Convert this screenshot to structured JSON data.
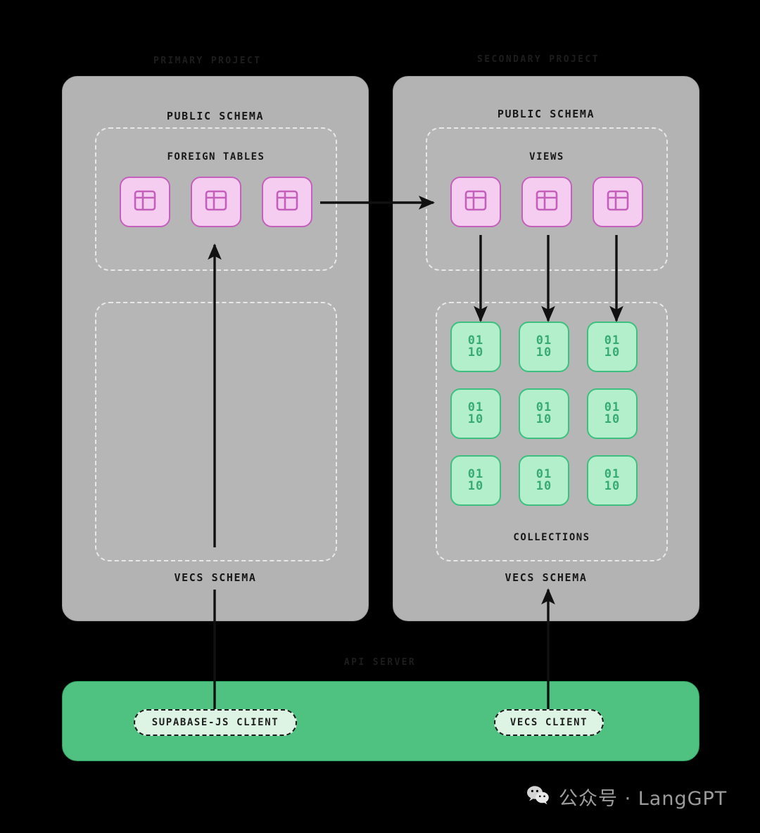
{
  "diagram": {
    "title_primary": "PRIMARY PROJECT",
    "title_secondary": "SECONDARY PROJECT",
    "api_server_label": "API SERVER",
    "colors": {
      "background": "#000000",
      "panel": "#b3b3b3",
      "dashed_border": "#e8e8e8",
      "table_tile_fill": "#f4cdf0",
      "table_tile_stroke": "#c460bb",
      "vector_tile_fill": "#b4efcb",
      "vector_tile_stroke": "#3fbf7f",
      "api_band": "#4fc281",
      "client_pill": "#ddf3e3",
      "arrow": "#111111",
      "text": "#181818"
    }
  },
  "primary_project": {
    "public_schema_label": "PUBLIC SCHEMA",
    "vecs_schema_label": "VECS SCHEMA",
    "foreign_tables": {
      "label": "FOREIGN TABLES",
      "tiles": [
        {
          "icon": "table-icon"
        },
        {
          "icon": "table-icon"
        },
        {
          "icon": "table-icon"
        }
      ]
    },
    "vecs_region": {
      "label": "",
      "tiles": []
    }
  },
  "secondary_project": {
    "public_schema_label": "PUBLIC SCHEMA",
    "vecs_schema_label": "VECS SCHEMA",
    "views": {
      "label": "VIEWS",
      "tiles": [
        {
          "icon": "table-icon"
        },
        {
          "icon": "table-icon"
        },
        {
          "icon": "table-icon"
        }
      ]
    },
    "collections": {
      "label": "COLLECTIONS",
      "tiles": [
        {
          "icon": "binary-icon",
          "line1": "01",
          "line2": "10"
        },
        {
          "icon": "binary-icon",
          "line1": "01",
          "line2": "10"
        },
        {
          "icon": "binary-icon",
          "line1": "01",
          "line2": "10"
        },
        {
          "icon": "binary-icon",
          "line1": "01",
          "line2": "10"
        },
        {
          "icon": "binary-icon",
          "line1": "01",
          "line2": "10"
        },
        {
          "icon": "binary-icon",
          "line1": "01",
          "line2": "10"
        },
        {
          "icon": "binary-icon",
          "line1": "01",
          "line2": "10"
        },
        {
          "icon": "binary-icon",
          "line1": "01",
          "line2": "10"
        },
        {
          "icon": "binary-icon",
          "line1": "01",
          "line2": "10"
        }
      ]
    }
  },
  "clients": {
    "supabase_js": "SUPABASE-JS CLIENT",
    "vecs": "VECS CLIENT"
  },
  "watermark": {
    "icon": "wechat-icon",
    "text": "公众号 · LangGPT"
  }
}
